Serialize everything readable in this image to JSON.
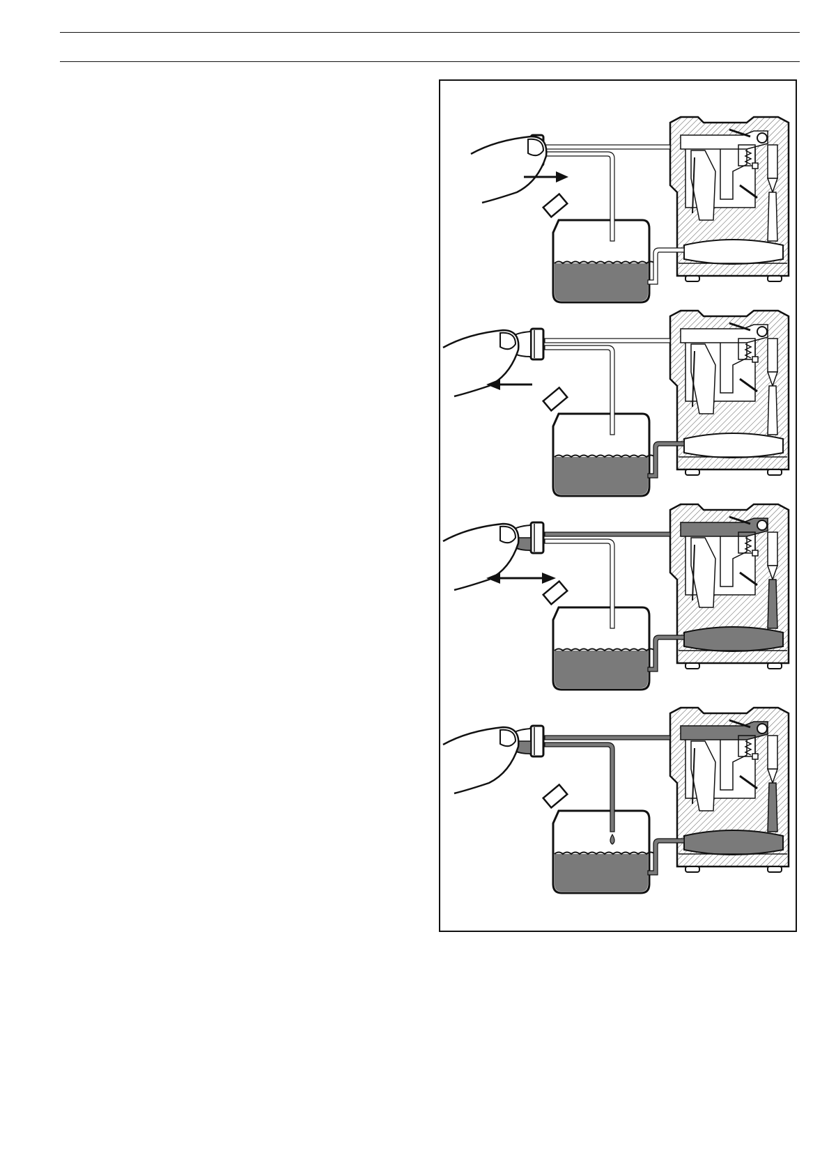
{
  "page": {
    "header_rules": 2
  },
  "figure": {
    "panels": [
      {
        "step": 1,
        "arrow": "right",
        "bulb_fill": 0.0,
        "pipe_filled": false,
        "drip": false
      },
      {
        "step": 2,
        "arrow": "left",
        "bulb_fill": 0.0,
        "pipe_filled": false,
        "drip": false
      },
      {
        "step": 3,
        "arrow": "both",
        "bulb_fill": 0.5,
        "pipe_filled": true,
        "drip": false
      },
      {
        "step": 4,
        "arrow": "none",
        "bulb_fill": 0.5,
        "pipe_filled": true,
        "drip": true
      }
    ],
    "colors": {
      "line": "#111111",
      "fluid": "#7a7a7a",
      "hatch": "#555555",
      "paper": "#ffffff"
    }
  }
}
